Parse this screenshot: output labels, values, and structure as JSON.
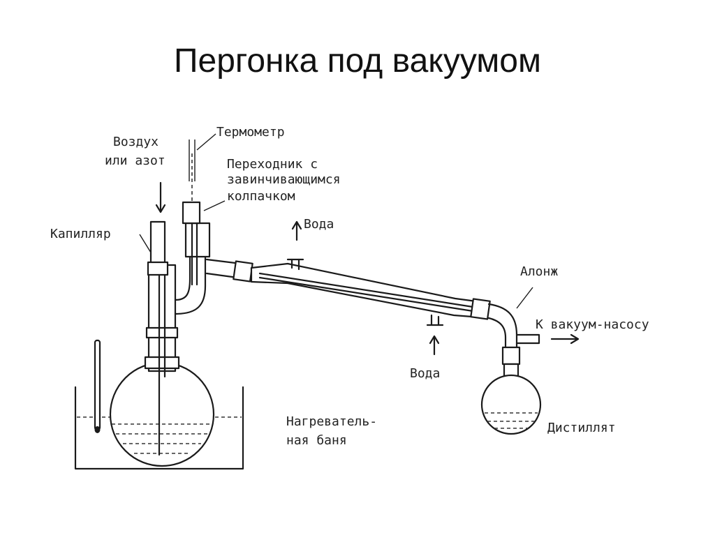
{
  "title": "Пергонка под вакуумом",
  "labels": {
    "air_line1": "Воздух",
    "air_line2": "или азот",
    "thermometer": "Термометр",
    "adapter_line1": "Переходник с",
    "adapter_line2": "завинчивающимся",
    "adapter_line3": "колпачком",
    "water_out": "Вода",
    "capillary": "Капилляр",
    "alonge": "Алонж",
    "to_pump": "К вакуум-насосу",
    "water_in": "Вода",
    "bath_line1": "Нагреватель-",
    "bath_line2": "ная баня",
    "distillate": "Дистиллят"
  },
  "colors": {
    "ink": "#1a1a1a",
    "background": "#ffffff"
  }
}
